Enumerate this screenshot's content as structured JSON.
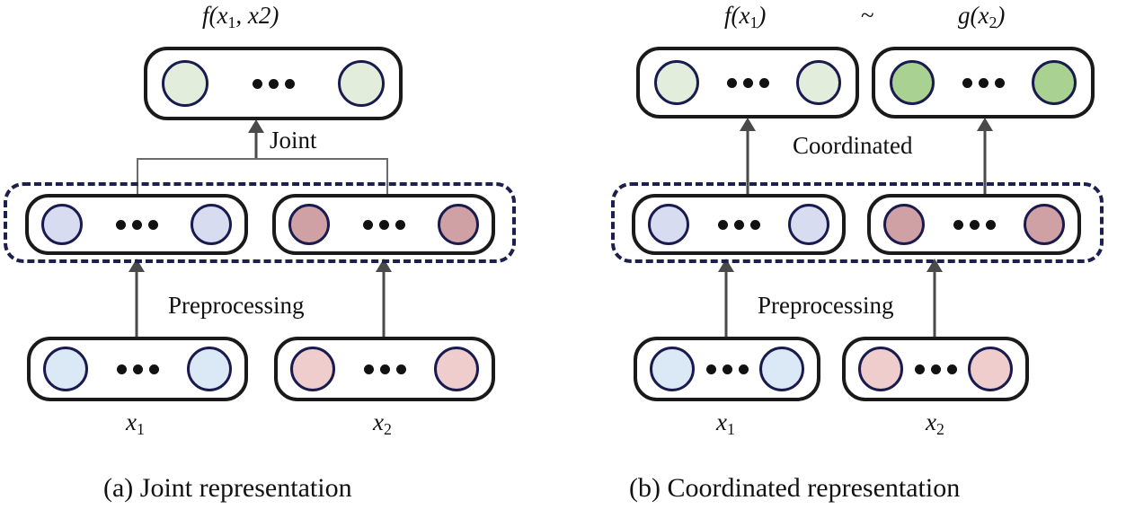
{
  "figure": {
    "panels": [
      {
        "id": "a",
        "caption": "(a) Joint representation",
        "output_label": "f(x",
        "output_label_sub1": "1",
        "output_label_rest": ", x2)",
        "flow_top_label": "Joint",
        "flow_bottom_label": "Preprocessing",
        "input_label_left_base": "x",
        "input_label_left_sub": "1",
        "input_label_right_base": "x",
        "input_label_right_sub": "2"
      },
      {
        "id": "b",
        "caption": "(b) Coordinated representation",
        "output_label_left_base": "f(x",
        "output_label_left_sub": "1",
        "output_label_left_close": ")",
        "similarity_symbol": "~",
        "output_label_right_base": "g(x",
        "output_label_right_sub": "2",
        "output_label_right_close": ")",
        "flow_top_label": "Coordinated",
        "flow_bottom_label": "Preprocessing",
        "input_label_left_base": "x",
        "input_label_left_sub": "1",
        "input_label_right_base": "x",
        "input_label_right_sub": "2"
      }
    ],
    "colors": {
      "neuron_border": "#191a4e",
      "box_border": "#1a1a1a",
      "dashed_group_border": "#1d1f4e",
      "arrow": "#4a4a4a",
      "connector": "#6b6b6b",
      "green_light": "#e2eedb",
      "green_medium": "#a8d192",
      "lavender": "#d8dcf0",
      "rose_dark": "#cfa0a4",
      "blue_pale": "#dbe8f5",
      "pink_pale": "#eecdcc",
      "text": "#111111"
    },
    "ellipsis_dot_count": 3
  }
}
